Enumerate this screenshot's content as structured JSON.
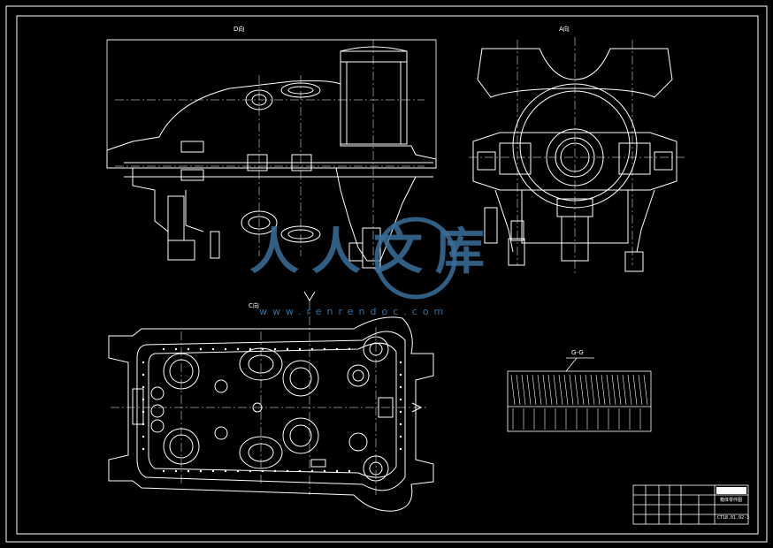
{
  "drawing": {
    "background": "#000000",
    "line_color": "#ffffff",
    "views": {
      "front_view_label": "D向",
      "side_view_label": "A向",
      "plan_view_label": "C向",
      "section_label": "G-G"
    },
    "watermark": {
      "brand": "人人文库",
      "url": "www.renrendoc.com",
      "color": "#3a6f9a"
    },
    "title_block": {
      "drawing_number": "CT18.01.02-3",
      "part_name": "箱体零件图"
    }
  }
}
